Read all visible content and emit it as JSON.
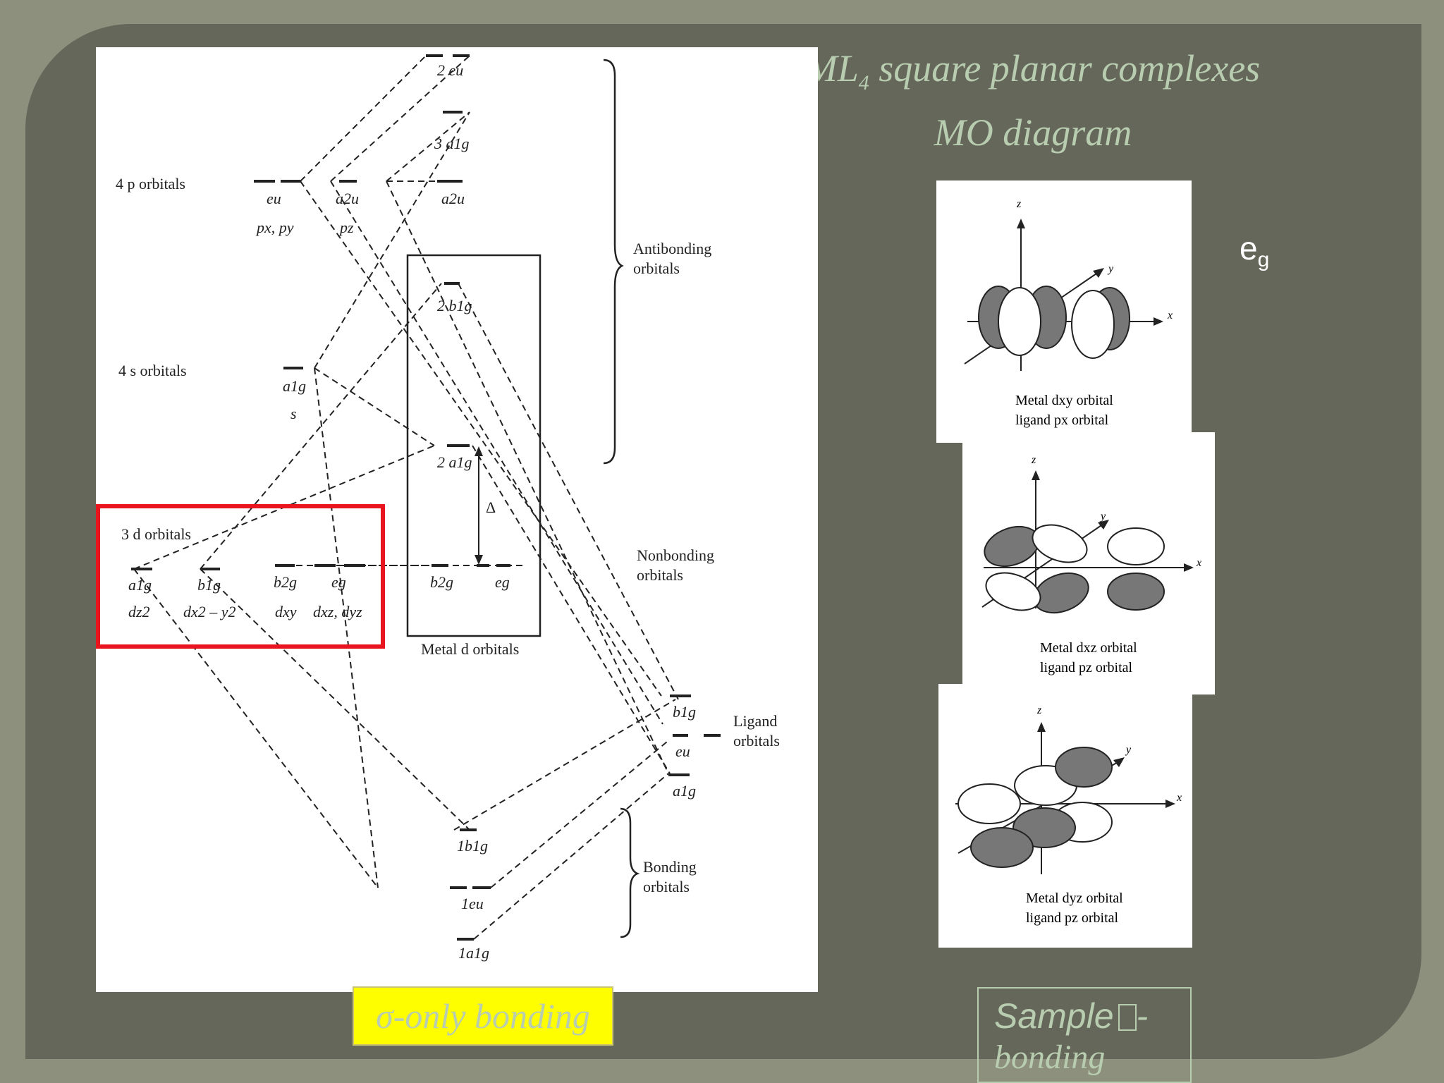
{
  "slide": {
    "title_line1_main": "ML",
    "title_line1_sub": "4",
    "title_line1_rest": " square planar complexes",
    "title_line2": "MO diagram",
    "sigma_label": "σ-only bonding",
    "eg_main": "e",
    "eg_sub": "g",
    "sample_line1": "Sample",
    "sample_dash": "-",
    "sample_line2": "bonding"
  },
  "mo_diagram": {
    "left_group_4p": "4 p orbitals",
    "left_group_4s": "4 s orbitals",
    "left_group_3d": "3 d orbitals",
    "p_sym_eu": "eu",
    "p_sym_a2u": "a2u",
    "p_orb_pxpy": "px, py",
    "p_orb_pz": "pz",
    "s_sym_a1g": "a1g",
    "s_orb_s": "s",
    "d_sym_a1g": "a1g",
    "d_sym_b1g": "b1g",
    "d_sym_b2g": "b2g",
    "d_sym_eg": "eg",
    "d_orb_dz2": "dz2",
    "d_orb_dx2y2": "dx2 – y2",
    "d_orb_dxy": "dxy",
    "d_orb_dxzdyz": "dxz, dyz",
    "mo_2eu": "2 eu",
    "mo_3a1g": "3 a1g",
    "mo_a2u": "a2u",
    "mo_2b1g": "2 b1g",
    "mo_2a1g": "2 a1g",
    "mo_b2g": "b2g",
    "mo_eg": "eg",
    "delta": "Δ",
    "box_label": "Metal d orbitals",
    "mo_1b1g": "1b1g",
    "mo_1eu": "1eu",
    "mo_1a1g": "1a1g",
    "lig_b1g": "b1g",
    "lig_eu": "eu",
    "lig_a1g": "a1g",
    "antibonding_label_1": "Antibonding",
    "antibonding_label_2": "orbitals",
    "nonbonding_label_1": "Nonbonding",
    "nonbonding_label_2": "orbitals",
    "bonding_label_1": "Bonding",
    "bonding_label_2": "orbitals",
    "ligand_label_1": "Ligand",
    "ligand_label_2": "orbitals"
  },
  "orbital_cards": [
    {
      "axis_x": "x",
      "axis_y": "y",
      "axis_z": "z",
      "caption1": "Metal dxy orbital",
      "caption2": "ligand px orbital"
    },
    {
      "axis_x": "x",
      "axis_y": "y",
      "axis_z": "z",
      "caption1": "Metal dxz orbital",
      "caption2": "ligand pz orbital"
    },
    {
      "axis_x": "x",
      "axis_y": "y",
      "axis_z": "z",
      "caption1": "Metal dyz orbital",
      "caption2": "ligand pz orbital"
    }
  ]
}
